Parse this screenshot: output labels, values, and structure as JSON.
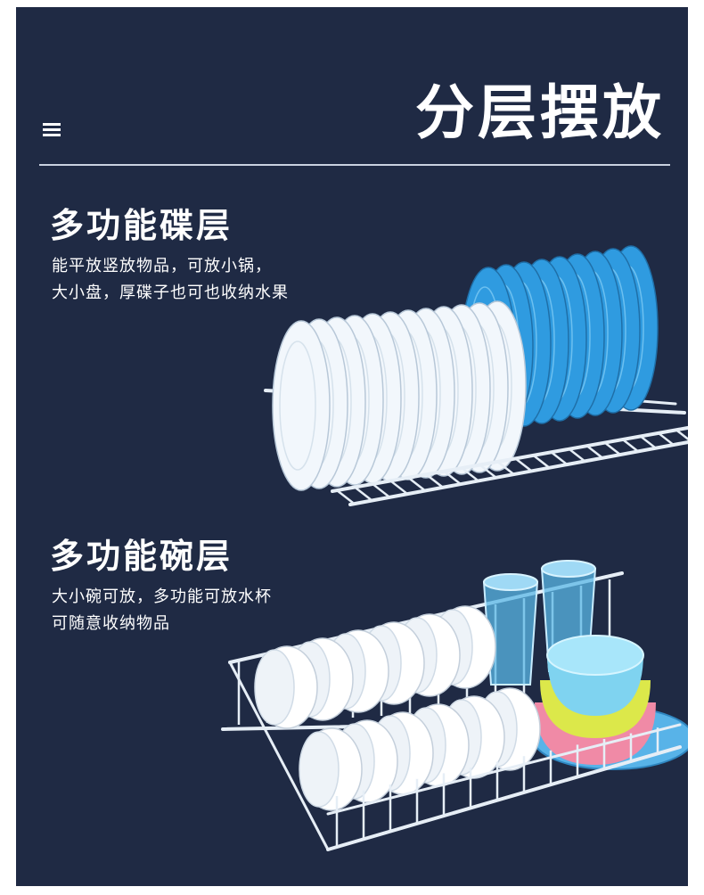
{
  "main_title": "分层摆放",
  "sections": [
    {
      "title": "多功能碟层",
      "lines": [
        "能平放竖放物品，可放小锅，",
        "大小盘，厚碟子也可也收纳水果"
      ]
    },
    {
      "title": "多功能碗层",
      "lines": [
        "大小碗可放，多功能可放水杯",
        "可随意收纳物品"
      ]
    }
  ],
  "colors": {
    "background": "#1f2a44",
    "white_plate": "#f2f7fc",
    "blue_plate": "#2f9be0",
    "rack": "#e6eef6",
    "glass": "#5ab7e6",
    "bowl_blue": "#7fd3f0",
    "bowl_yellow": "#dce84a",
    "bowl_pink": "#f08aa6",
    "tray_blue": "#58b3e8"
  },
  "icons": [
    "menu-icon"
  ]
}
